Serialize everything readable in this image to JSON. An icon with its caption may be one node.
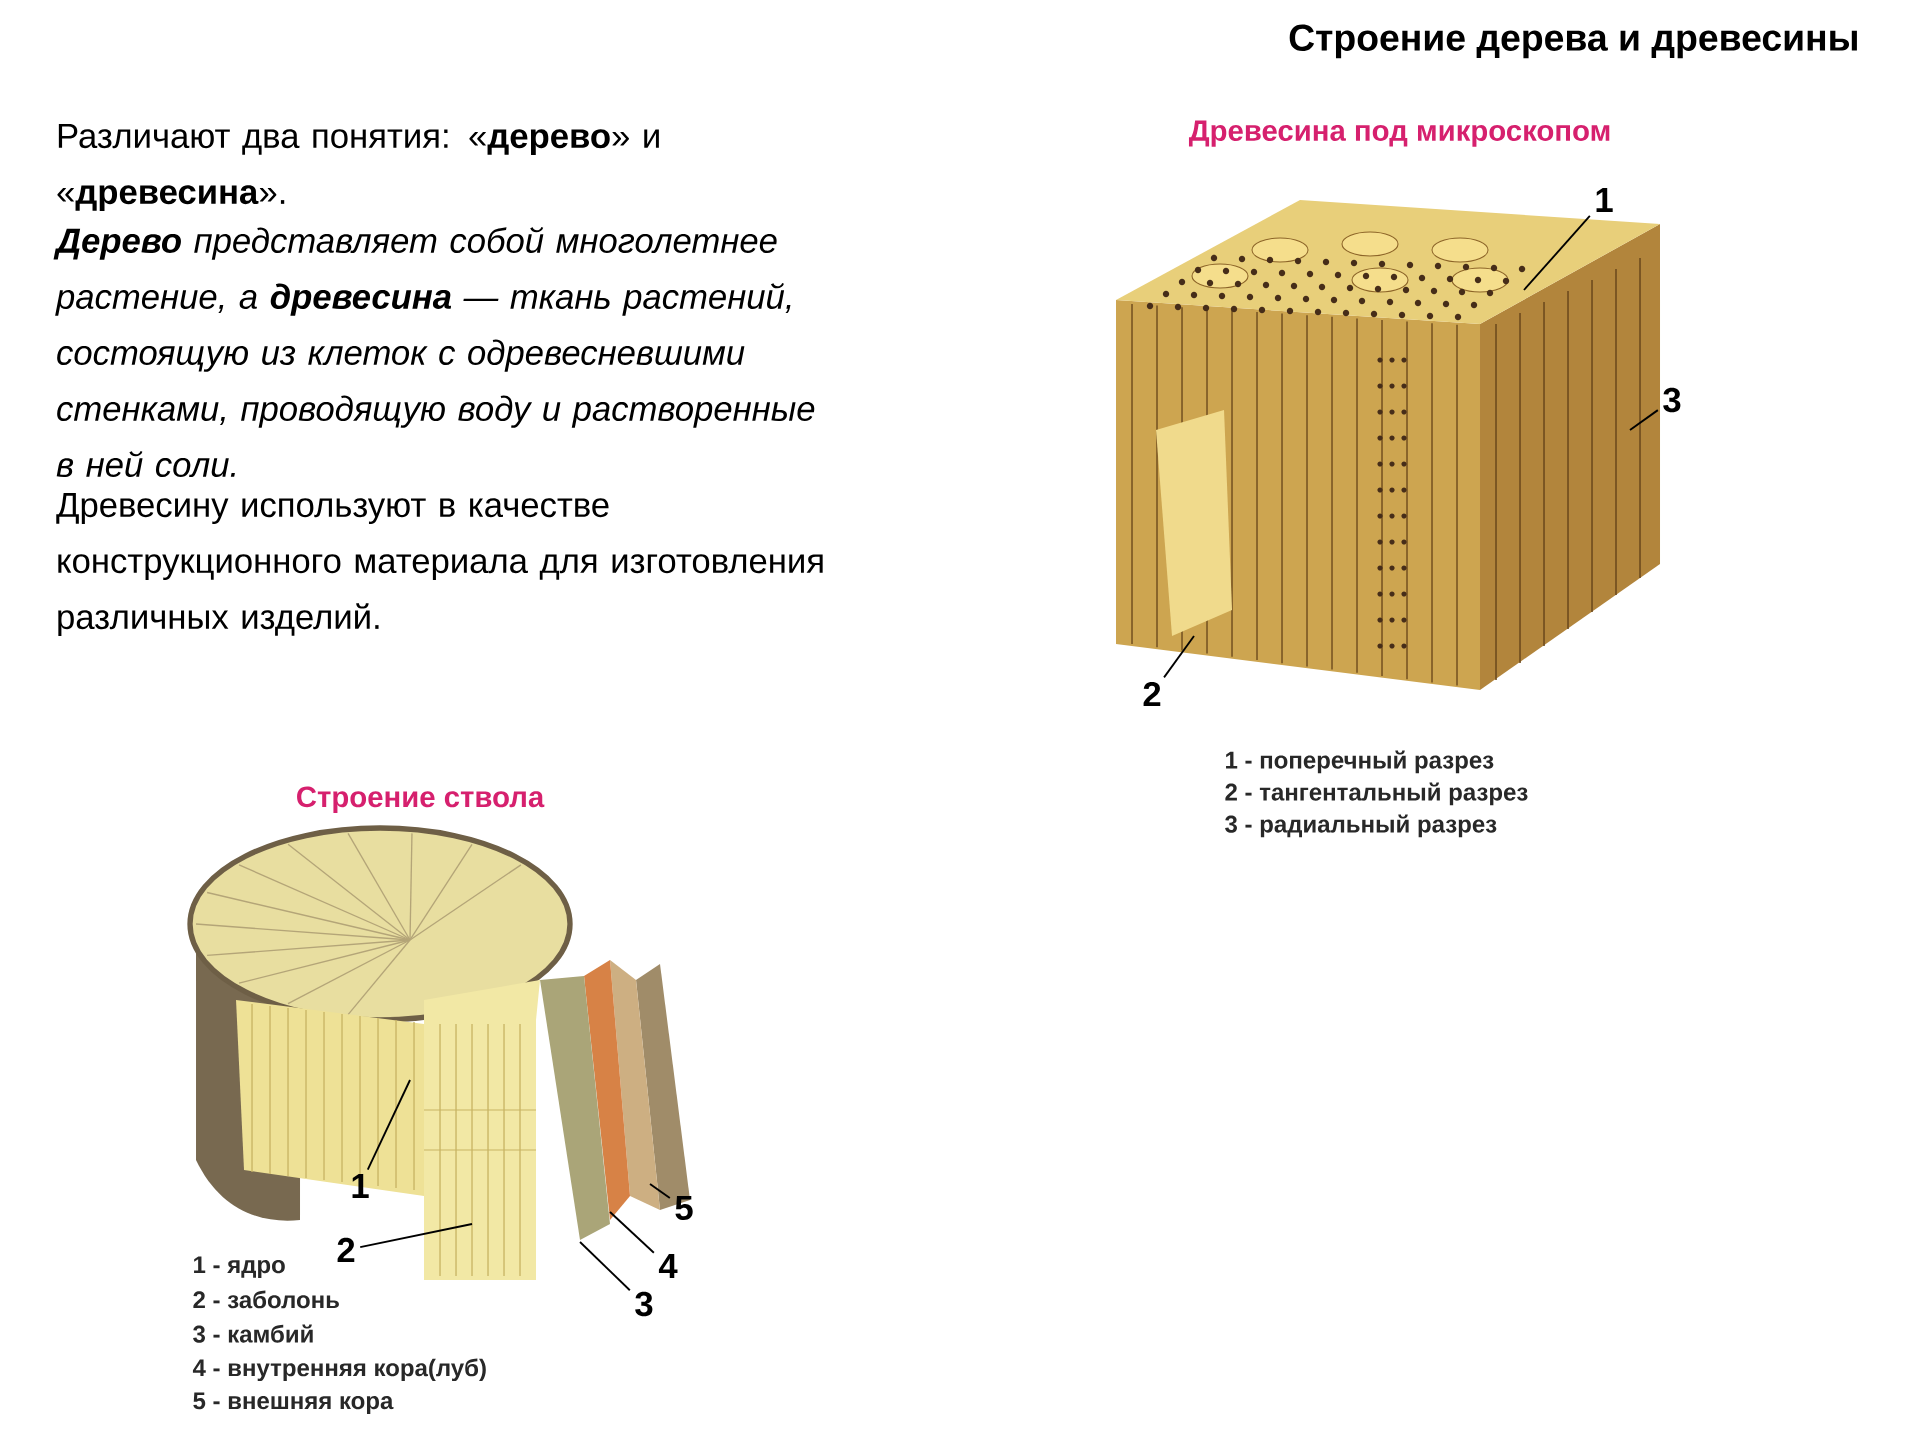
{
  "diagram": {
    "title": "Строение дерева и древесины",
    "nodes": [
      {
        "text": [
          "1"
        ]
      },
      {
        "text": [
          "3"
        ]
      },
      {
        "text": [
          "2"
        ]
      },
      {
        "text": [
          "1"
        ]
      },
      {
        "text": [
          "2"
        ]
      },
      {
        "text": [
          "5"
        ]
      },
      {
        "text": [
          "4"
        ]
      },
      {
        "text": [
          "3"
        ]
      }
    ],
    "edges": [
      {
        "from": 0,
        "to": null,
        "arrow": "none"
      },
      {
        "from": 1,
        "to": null,
        "arrow": "none"
      },
      {
        "from": 2,
        "to": null,
        "arrow": "none"
      },
      {
        "from": 3,
        "to": null,
        "arrow": "none"
      },
      {
        "from": 4,
        "to": null,
        "arrow": "none"
      },
      {
        "from": 5,
        "to": null,
        "arrow": "none"
      },
      {
        "from": 6,
        "to": null,
        "arrow": "none"
      },
      {
        "from": 7,
        "to": null,
        "arrow": "none"
      }
    ],
    "labels": [
      "Различают два понятия: «**дерево**» и «**древесина**».",
      "**Дерево** представляет собой многолетнее растение, а **древесина** — ткань растений, состоящую из клеток с одревесневшими стенками, проводящую воду и растворенные в ней соли.",
      "Древесину используют в качестве конструкционного материала для изготовления различных изделий.",
      "Древесина под микроскопом",
      "1 - поперечный разрез",
      "2 - тангентальный разрез",
      "3 - радиальный разрез",
      "Строение ствола",
      "1 - ядро",
      "2 - заболонь",
      "3 - камбий",
      "4 - внутренняя кора(луб)",
      "5 - внешняя кора"
    ]
  }
}
